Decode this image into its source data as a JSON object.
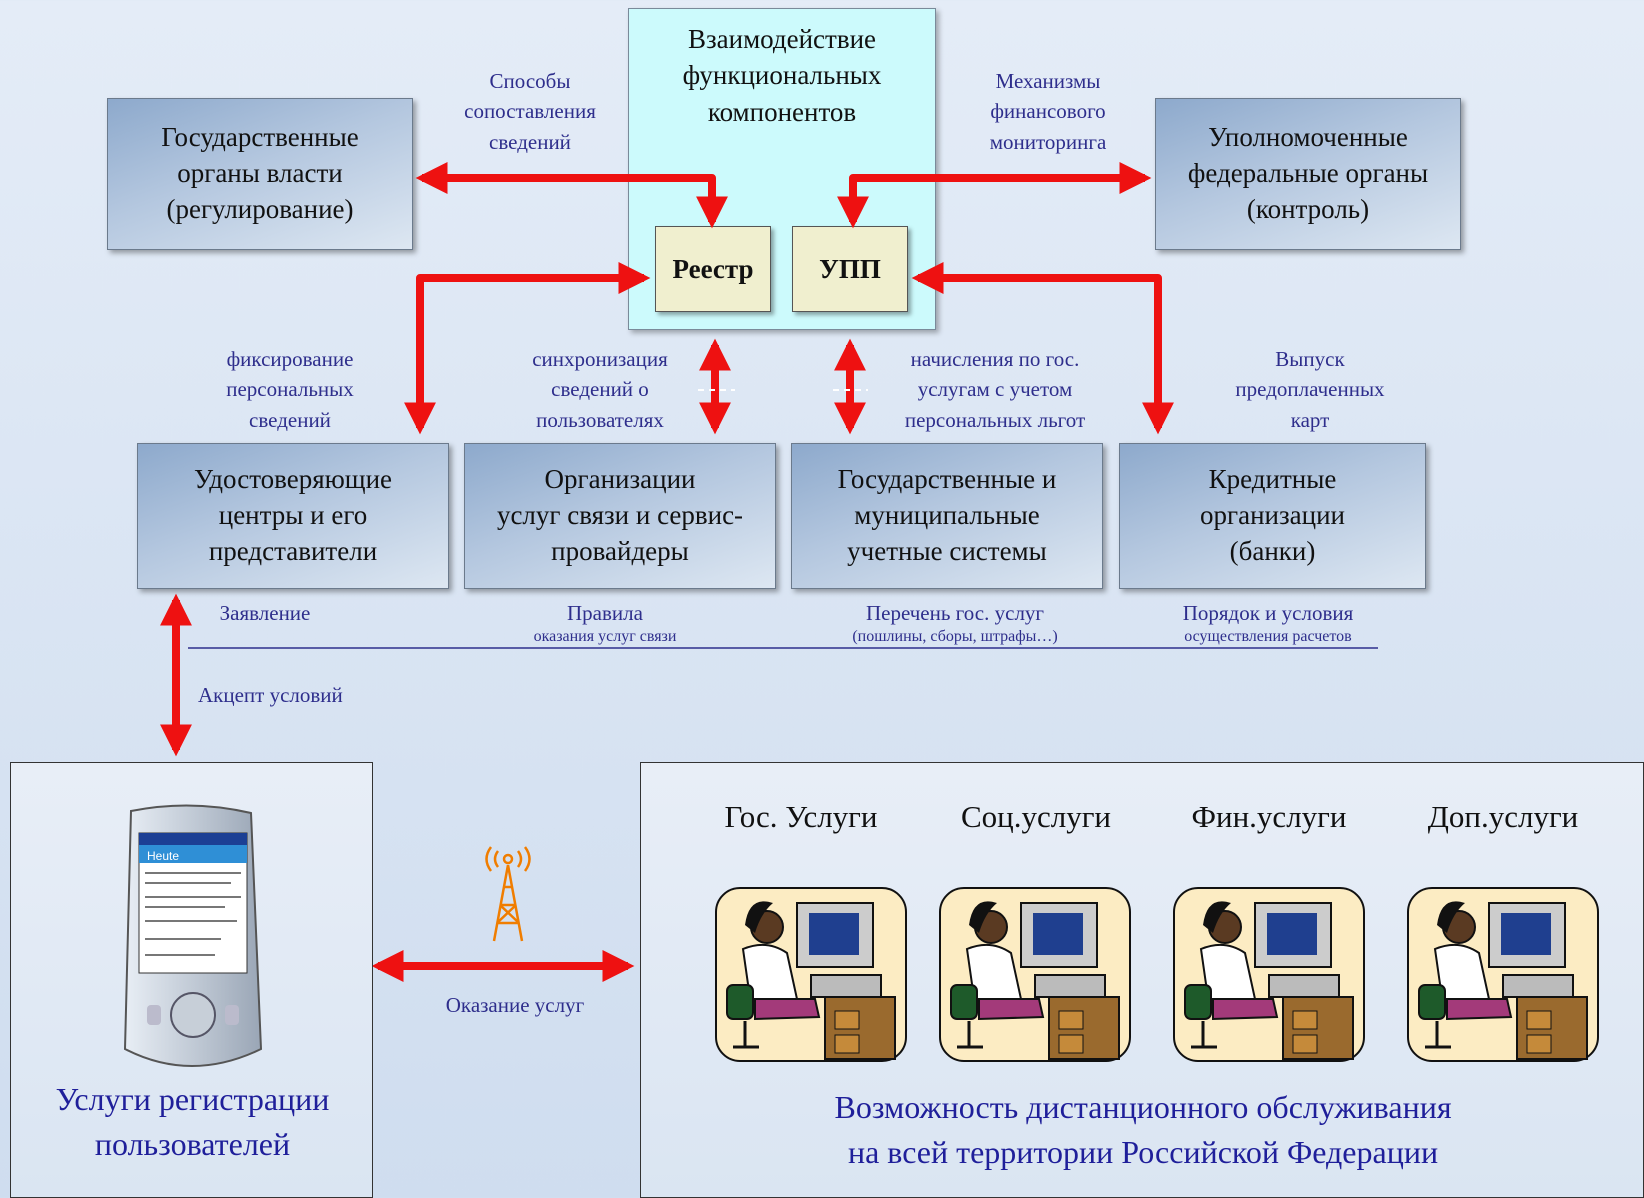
{
  "center": {
    "title": "Взаимодействие\nфункциональных\nкомпонентов",
    "registry": "Реестр",
    "upp": "УПП"
  },
  "top_boxes": {
    "left": "Государственные\nорганы власти\n(регулирование)",
    "right": "Уполномоченные\nфедеральные органы\n(контроль)"
  },
  "top_labels": {
    "left": "Способы\nсопоставления\nсведений",
    "right": "Механизмы\nфинансового\nмониторинга"
  },
  "mid_labels": [
    "фиксирование\nперсональных\nсведений",
    "синхронизация\nсведений о\nпользователях",
    "начисления по гос.\nуслугам с учетом\nперсональных льгот",
    "Выпуск\nпредоплаченных\nкарт"
  ],
  "mid_boxes": [
    "Удостоверяющие\nцентры и его\nпредставители",
    "Организации\nуслуг связи и сервис-\nпровайдеры",
    "Государственные и\nмуниципальные\nучетные системы",
    "Кредитные\nорганизации\n(банки)"
  ],
  "bottom_labels": [
    {
      "main": "Заявление",
      "sub": ""
    },
    {
      "main": "Правила",
      "sub": "оказания услуг связи"
    },
    {
      "main": "Перечень гос. услуг",
      "sub": "(пошлины, сборы, штрафы…)"
    },
    {
      "main": "Порядок и условия",
      "sub": "осуществления расчетов"
    }
  ],
  "accept_label": "Акцепт условий",
  "service_label": "Оказание услуг",
  "left_panel": {
    "text": "Услуги регистрации\nпользователей",
    "device_screen": "Heute"
  },
  "right_panel": {
    "services": [
      "Гос. Услуги",
      "Соц.услуги",
      "Фин.услуги",
      "Доп.услуги"
    ],
    "text": "Возможность дистанционного обслуживания\nна всей территории Российской Федерации"
  },
  "colors": {
    "arrow": "#ee1111",
    "label": "#2e2e8c",
    "panel_text": "#1f1f9a"
  }
}
